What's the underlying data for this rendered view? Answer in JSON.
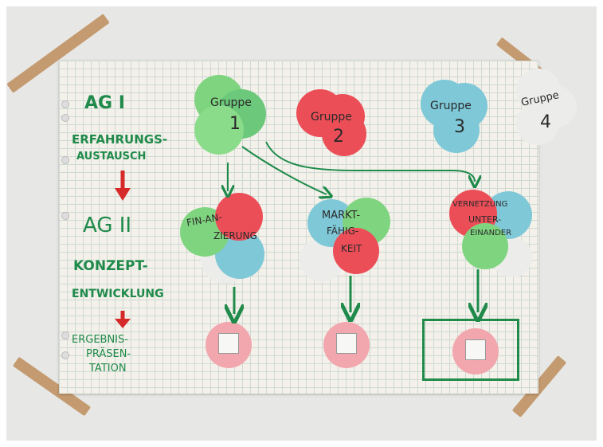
{
  "image": {
    "background_color": "#e7e7e5",
    "paper_color": "#f3f1ea",
    "tape_color": "#c19566"
  },
  "sidebar": {
    "ag1": "AG I",
    "erfahrung_line1": "ERFAHRUNGS-",
    "erfahrung_line2": "AUSTAUSCH",
    "ag2": "AG II",
    "konzept_line1": "KONZEPT-",
    "konzept_line2": "ENTWICKLUNG",
    "ergebnis_line1": "ERGEBNIS-",
    "ergebnis_line2": "PRÄSEN-",
    "ergebnis_line3": "TATION"
  },
  "groups": [
    {
      "label": "Gruppe",
      "number": "1"
    },
    {
      "label": "Gruppe",
      "number": "2"
    },
    {
      "label": "Gruppe",
      "number": "3"
    },
    {
      "label": "Gruppe",
      "number": "4"
    }
  ],
  "topics": [
    {
      "line1": "FIN-AN-",
      "line2": "ZIERUNG"
    },
    {
      "line1": "MARKT-",
      "line2": "FÄHIG-",
      "line3": "KEIT"
    },
    {
      "line1": "VERNETZUNG",
      "line2": "UNTER-",
      "line3": "EINANDER"
    }
  ],
  "colors": {
    "green": "#7fd47f",
    "red": "#ec4e58",
    "blue": "#7ec8d8",
    "pink": "#f2a7ae",
    "marker_green": "#1f8a4a",
    "marker_red": "#d62a2a"
  }
}
